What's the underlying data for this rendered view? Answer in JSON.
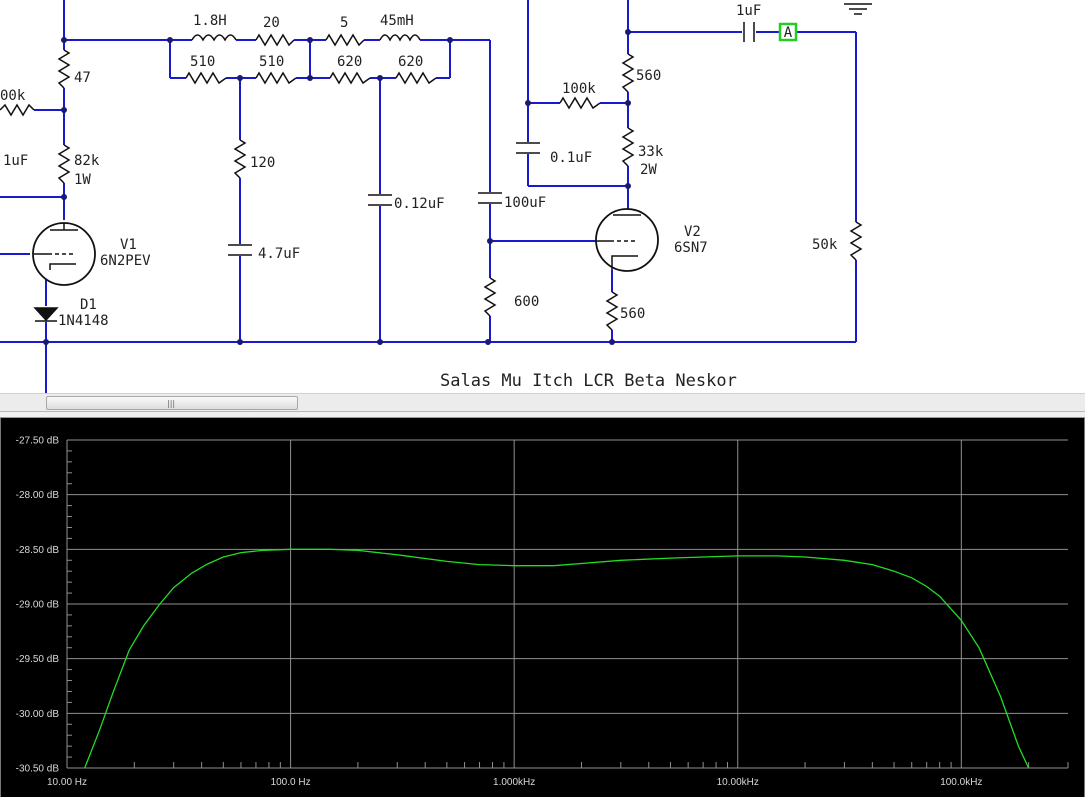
{
  "schematic": {
    "title": "Salas Mu Itch LCR Beta Neskor",
    "probe_label": "A",
    "components": {
      "l1": "1.8H",
      "r_20": "20",
      "r_5": "5",
      "l2": "45mH",
      "r_510a": "510",
      "r_510b": "510",
      "r_620a": "620",
      "r_620b": "620",
      "r_47": "47",
      "r_partial": "00k",
      "c_partial": "1uF",
      "r_82k": "82k",
      "r_82k_w": "1W",
      "v1_name": "V1",
      "v1_type": "6N2PEV",
      "d1_name": "D1",
      "d1_type": "1N4148",
      "r_120": "120",
      "c_47": "4.7uF",
      "c_012": "0.12uF",
      "c_100": "100uF",
      "r_600": "600",
      "r_100k": "100k",
      "c_01": "0.1uF",
      "r_560_plate": "560",
      "r_33k": "33k",
      "r_33k_w": "2W",
      "v2_name": "V2",
      "v2_type": "6SN7",
      "r_560_cath": "560",
      "c_out": "1uF",
      "r_50k": "50k"
    },
    "colors": {
      "wire": "#1a1acd",
      "ink": "#111111",
      "probe": "#22cc22"
    }
  },
  "plot": {
    "colors": {
      "background": "#000000",
      "grid": "#909090",
      "trace": "#22dd22",
      "text": "#d8d8d8"
    }
  },
  "chart_data": {
    "type": "line",
    "x_scale": "log",
    "grid": true,
    "xlim": [
      10,
      300000
    ],
    "ylim": [
      -30.5,
      -27.5
    ],
    "x_ticks": [
      10,
      100,
      1000,
      10000,
      100000
    ],
    "x_tick_labels": [
      "10.00 Hz",
      "100.0 Hz",
      "1.000kHz",
      "10.00kHz",
      "100.0kHz"
    ],
    "y_ticks": [
      -27.5,
      -28.0,
      -28.5,
      -29.0,
      -29.5,
      -30.0,
      -30.5
    ],
    "y_tick_labels": [
      "-27.50 dB",
      "-28.00 dB",
      "-28.50 dB",
      "-29.00 dB",
      "-29.50 dB",
      "-30.00 dB",
      "-30.50 dB"
    ],
    "series": [
      {
        "x": [
          12,
          14,
          16,
          19,
          22,
          26,
          30,
          36,
          42,
          50,
          60,
          75,
          100,
          150,
          200,
          300,
          500,
          700,
          1000,
          1500,
          2000,
          3000,
          5000,
          7000,
          10000,
          15000,
          20000,
          30000,
          40000,
          50000,
          60000,
          70000,
          80000,
          100000,
          120000,
          150000,
          180000,
          200000
        ],
        "y": [
          -30.5,
          -30.15,
          -29.82,
          -29.42,
          -29.2,
          -29.0,
          -28.85,
          -28.72,
          -28.64,
          -28.57,
          -28.53,
          -28.51,
          -28.5,
          -28.5,
          -28.51,
          -28.55,
          -28.61,
          -28.64,
          -28.65,
          -28.65,
          -28.63,
          -28.6,
          -28.58,
          -28.57,
          -28.56,
          -28.56,
          -28.57,
          -28.6,
          -28.64,
          -28.7,
          -28.76,
          -28.84,
          -28.93,
          -29.15,
          -29.4,
          -29.85,
          -30.3,
          -30.5
        ]
      }
    ]
  }
}
